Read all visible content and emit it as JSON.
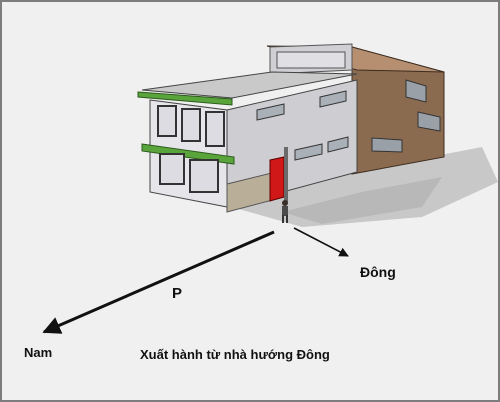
{
  "labels": {
    "east": "Đông",
    "path": "P",
    "south": "Nam",
    "caption": "Xuất hành từ nhà hướng Đông"
  },
  "colors": {
    "background": "#f0f0f0",
    "border": "#7d7d7d",
    "wall_grey": "#d9d9dd",
    "wall_brown": "#8a6a50",
    "roof_green": "#5aa53b",
    "door_red": "#d01818",
    "arrow": "#111111"
  },
  "icons": [
    "house-illustration",
    "person-figure",
    "arrow-east",
    "arrow-south"
  ]
}
